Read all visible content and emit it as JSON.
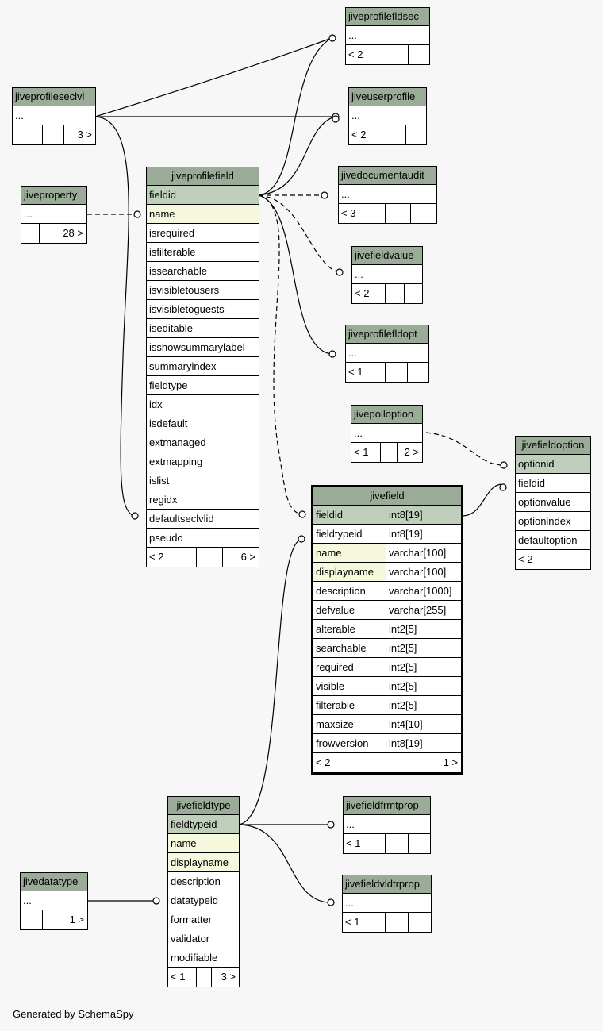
{
  "tables": {
    "jiveprofilefldsec": {
      "name": "jiveprofilefldsec",
      "row": "...",
      "footer": [
        "< 2",
        "",
        ""
      ]
    },
    "jiveuserprofile": {
      "name": "jiveuserprofile",
      "row": "...",
      "footer": [
        "< 2",
        "",
        ""
      ]
    },
    "jiveprofileseclvl": {
      "name": "jiveprofileseclvl",
      "row": "...",
      "footer": [
        "",
        "",
        "3 >"
      ]
    },
    "jivedocumentaudit": {
      "name": "jivedocumentaudit",
      "row": "...",
      "footer": [
        "< 3",
        "",
        ""
      ]
    },
    "jiveproperty": {
      "name": "jiveproperty",
      "row": "...",
      "footer": [
        "",
        "",
        "28 >"
      ]
    },
    "jivefieldvalue": {
      "name": "jivefieldvalue",
      "row": "...",
      "footer": [
        "< 2",
        "",
        ""
      ]
    },
    "jiveprofilefldopt": {
      "name": "jiveprofilefldopt",
      "row": "...",
      "footer": [
        "< 1",
        "",
        ""
      ]
    },
    "jivepolloption": {
      "name": "jivepolloption",
      "row": "...",
      "footer": [
        "< 1",
        "",
        "2 >"
      ]
    },
    "jivefieldfrmtprop": {
      "name": "jivefieldfrmtprop",
      "row": "...",
      "footer": [
        "< 1",
        "",
        ""
      ]
    },
    "jivefieldvldtrprop": {
      "name": "jivefieldvldtrprop",
      "row": "...",
      "footer": [
        "< 1",
        "",
        ""
      ]
    },
    "jivedatatype": {
      "name": "jivedatatype",
      "row": "...",
      "footer": [
        "",
        "",
        "1 >"
      ]
    },
    "jiveprofilefield": {
      "name": "jiveprofilefield",
      "columns": [
        "fieldid",
        "name",
        "isrequired",
        "isfilterable",
        "issearchable",
        "isvisibletousers",
        "isvisibletoguests",
        "iseditable",
        "isshowsummarylabel",
        "summaryindex",
        "fieldtype",
        "idx",
        "isdefault",
        "extmanaged",
        "extmapping",
        "islist",
        "regidx",
        "defaultseclvlid",
        "pseudo"
      ],
      "footer": [
        "< 2",
        "",
        "6 >"
      ]
    },
    "jivefieldoption": {
      "name": "jivefieldoption",
      "columns": [
        "optionid",
        "fieldid",
        "optionvalue",
        "optionindex",
        "defaultoption"
      ],
      "footer": [
        "< 2",
        "",
        ""
      ]
    },
    "jivefield": {
      "name": "jivefield",
      "columns": [
        {
          "name": "fieldid",
          "type": "int8[19]"
        },
        {
          "name": "fieldtypeid",
          "type": "int8[19]"
        },
        {
          "name": "name",
          "type": "varchar[100]"
        },
        {
          "name": "displayname",
          "type": "varchar[100]"
        },
        {
          "name": "description",
          "type": "varchar[1000]"
        },
        {
          "name": "defvalue",
          "type": "varchar[255]"
        },
        {
          "name": "alterable",
          "type": "int2[5]"
        },
        {
          "name": "searchable",
          "type": "int2[5]"
        },
        {
          "name": "required",
          "type": "int2[5]"
        },
        {
          "name": "visible",
          "type": "int2[5]"
        },
        {
          "name": "filterable",
          "type": "int2[5]"
        },
        {
          "name": "maxsize",
          "type": "int4[10]"
        },
        {
          "name": "frowversion",
          "type": "int8[19]"
        }
      ],
      "footer": [
        "< 2",
        "",
        "1 >"
      ]
    },
    "jivefieldtype": {
      "name": "jivefieldtype",
      "columns": [
        "fieldtypeid",
        "name",
        "displayname",
        "description",
        "datatypeid",
        "formatter",
        "validator",
        "modifiable"
      ],
      "footer": [
        "< 1",
        "",
        "3 >"
      ]
    }
  },
  "colors": {
    "header": "#9aab97",
    "primary_key": "#bfcfbb",
    "indexed": "#f5f8dc",
    "background": "#f7f7f7"
  },
  "footer_text": "Generated by SchemaSpy"
}
